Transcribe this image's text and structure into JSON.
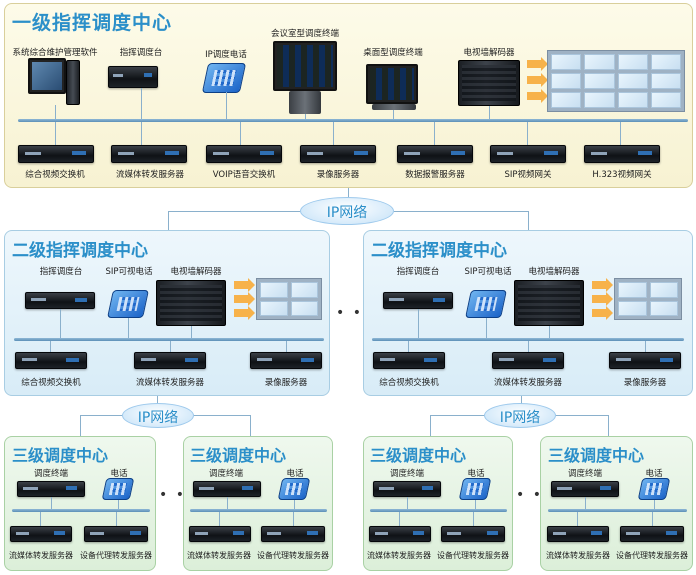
{
  "level1": {
    "title": "一级指挥调度中心",
    "top_devices": [
      "系统综合维护管理软件",
      "指挥调度台",
      "IP调度电话",
      "会议室型调度终端",
      "桌面型调度终端",
      "电视墙解码器"
    ],
    "servers": [
      "综合视频交换机",
      "流媒体转发服务器",
      "VOIP语音交换机",
      "录像服务器",
      "数据报警服务器",
      "SIP视频网关",
      "H.323视频网关"
    ]
  },
  "network_label": "IP网络",
  "level2": [
    {
      "title": "二级指挥调度中心",
      "devices": [
        "指挥调度台",
        "SIP可视电话",
        "电视墙解码器"
      ],
      "servers": [
        "综合视频交换机",
        "流媒体转发服务器",
        "录像服务器"
      ]
    },
    {
      "title": "二级指挥调度中心",
      "devices": [
        "指挥调度台",
        "SIP可视电话",
        "电视墙解码器"
      ],
      "servers": [
        "综合视频交换机",
        "流媒体转发服务器",
        "录像服务器"
      ]
    }
  ],
  "level2_network_labels": [
    "IP网络",
    "IP网络"
  ],
  "level3": [
    {
      "title": "三级调度中心",
      "terminal": "调度终端",
      "phone": "电话",
      "servers": [
        "流媒体转发服务器",
        "设备代理转发服务器"
      ]
    },
    {
      "title": "三级调度中心",
      "terminal": "调度终端",
      "phone": "电话",
      "servers": [
        "流媒体转发服务器",
        "设备代理转发服务器"
      ]
    },
    {
      "title": "三级调度中心",
      "terminal": "调度终端",
      "phone": "电话",
      "servers": [
        "流媒体转发服务器",
        "设备代理转发服务器"
      ]
    },
    {
      "title": "三级调度中心",
      "terminal": "调度终端",
      "phone": "电话",
      "servers": [
        "流媒体转发服务器",
        "设备代理转发服务器"
      ]
    }
  ],
  "ellipsis": "• • •",
  "colors": {
    "title": "#2b8fc9",
    "level1_bg": "#f7f2d2",
    "level2_bg": "#d8ecf7",
    "level3_bg": "#dcefd9",
    "arrow": "#f7b24a"
  }
}
